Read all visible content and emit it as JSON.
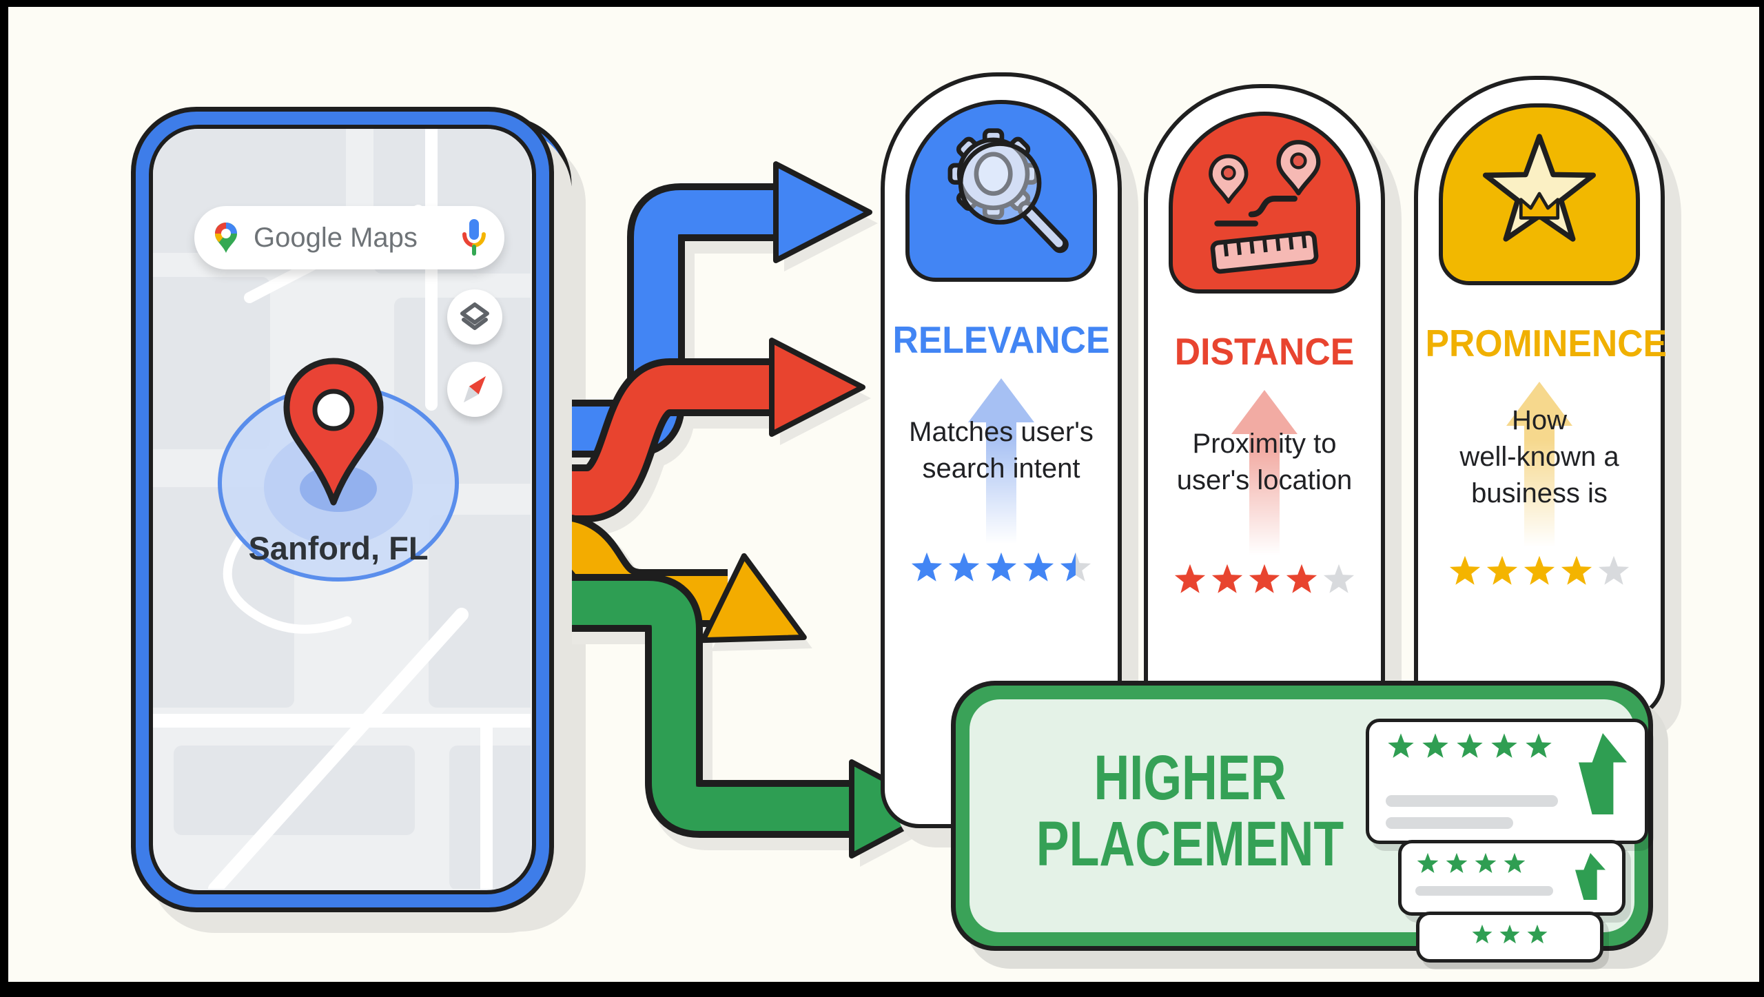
{
  "phone": {
    "app_label": "Google Maps",
    "location_label": "Sanford, FL"
  },
  "factors": [
    {
      "title": "RELEVANCE",
      "description": "Matches user's\nsearch intent",
      "accent": "#4285F4",
      "arch": "#4285F4",
      "soft": "#a6c0f3",
      "rating": {
        "value": 4.5,
        "color": "#4285F4",
        "show_empty": true
      }
    },
    {
      "title": "DISTANCE",
      "description": "Proximity to\nuser's location",
      "accent": "#E8442F",
      "arch": "#E8452F",
      "soft": "#f2aba3",
      "rating": {
        "value": 4,
        "color": "#E8442F",
        "show_empty": true
      }
    },
    {
      "title": "PROMINENCE",
      "description": "How\nwell-known a\nbusiness is",
      "accent": "#F0B000",
      "arch": "#F2B800",
      "soft": "#f6d88d",
      "rating": {
        "value": 4,
        "color": "#F4B400",
        "show_empty": true
      }
    }
  ],
  "arrows": {
    "blue": "#4285F4",
    "red": "#E8442F",
    "yellow": "#F3AC00",
    "green": "#2E9E53"
  },
  "result": {
    "line1": "HIGHER",
    "line2": "PLACEMENT",
    "text_color": "#35A156",
    "border_color": "#3AA258",
    "fill_color": "#E4F2E7",
    "accent": "#2F9E52",
    "reviews": [
      {
        "rating": {
          "value": 5,
          "color": "#2F9E52",
          "show_empty": false
        }
      },
      {
        "rating": {
          "value": 4,
          "color": "#2F9E52",
          "show_empty": false
        }
      },
      {
        "rating": {
          "value": 3,
          "color": "#2F9E52",
          "show_empty": false
        }
      }
    ]
  },
  "map": {
    "pin_color": "#E94335",
    "radius_color": "#ccdcf8"
  }
}
